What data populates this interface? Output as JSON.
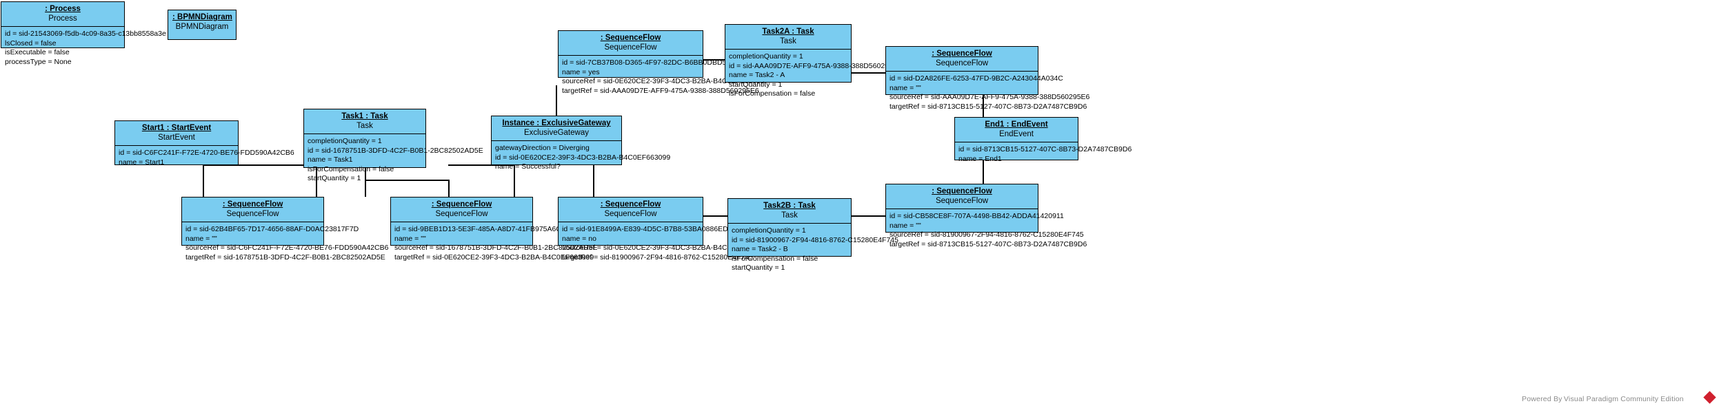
{
  "diagram": {
    "watermark": "Powered By Visual Paradigm Community Edition",
    "fill_color": "#7ACCF0",
    "border_color": "#000000",
    "background": "#FFFFFF"
  },
  "objects": [
    {
      "id": "process",
      "title": ": Process",
      "stereotype": "Process",
      "attrs": [
        "id = sid-21543069-f5db-4c09-8a35-c13bb8558a3e",
        "lsClosed = false",
        "isExecutable = false",
        "processType = None"
      ]
    },
    {
      "id": "bpmndiagram",
      "title": ": BPMNDiagram",
      "stereotype": "BPMNDiagram",
      "attrs": []
    },
    {
      "id": "seqflow-top-mid",
      "title": ": SequenceFlow",
      "stereotype": "SequenceFlow",
      "attrs": [
        "id = sid-7CB37B08-D365-4F97-82DC-B6BB0DBD5F2D",
        "name = yes",
        "sourceRef = sid-0E620CE2-39F3-4DC3-B2BA-B4C0EF663099",
        "targetRef = sid-AAA09D7E-AFF9-475A-9388-388D560295E6"
      ]
    },
    {
      "id": "task2a",
      "title": "Task2A : Task",
      "stereotype": "Task",
      "attrs": [
        "completionQuantity = 1",
        "id = sid-AAA09D7E-AFF9-475A-9388-388D560295E6",
        "name = Task2 - A",
        "startQuantity = 1",
        "isForCompensation = false"
      ]
    },
    {
      "id": "seqflow-top-right",
      "title": ": SequenceFlow",
      "stereotype": "SequenceFlow",
      "attrs": [
        "id = sid-D2A826FE-6253-47FD-9B2C-A243044A034C",
        "name = \"\"",
        "sourceRef = sid-AAA09D7E-AFF9-475A-9388-388D560295E6",
        "targetRef = sid-8713CB15-5127-407C-8B73-D2A7487CB9D6"
      ]
    },
    {
      "id": "start1",
      "title": "Start1 : StartEvent",
      "stereotype": "StartEvent",
      "attrs": [
        "id = sid-C6FC241F-F72E-4720-BE76-FDD590A42CB6",
        "name = Start1"
      ]
    },
    {
      "id": "task1",
      "title": "Task1 : Task",
      "stereotype": "Task",
      "attrs": [
        "completionQuantity = 1",
        "id = sid-1678751B-3DFD-4C2F-B0B1-2BC82502AD5E",
        "name = Task1",
        "isForCompensation = false",
        "startQuantity = 1"
      ]
    },
    {
      "id": "gateway",
      "title": "Instance : ExclusiveGateway",
      "stereotype": "ExclusiveGateway",
      "attrs": [
        "gatewayDirection = Diverging",
        "id = sid-0E620CE2-39F3-4DC3-B2BA-B4C0EF663099",
        "name = Successful?"
      ]
    },
    {
      "id": "end1",
      "title": "End1 : EndEvent",
      "stereotype": "EndEvent",
      "attrs": [
        "id = sid-8713CB15-5127-407C-8B73-D2A7487CB9D6",
        "name = End1"
      ]
    },
    {
      "id": "seqflow-bot-1",
      "title": ": SequenceFlow",
      "stereotype": "SequenceFlow",
      "attrs": [
        "id = sid-62B4BF65-7D17-4656-88AF-D0AC23817F7D",
        "name = \"\"",
        "sourceRef = sid-C6FC241F-F72E-4720-BE76-FDD590A42CB6",
        "targetRef = sid-1678751B-3DFD-4C2F-B0B1-2BC82502AD5E"
      ]
    },
    {
      "id": "seqflow-bot-2",
      "title": ": SequenceFlow",
      "stereotype": "SequenceFlow",
      "attrs": [
        "id = sid-9BEB1D13-5E3F-485A-A8D7-41FB975A6C647",
        "name = \"\"",
        "sourceRef = sid-1678751B-3DFD-4C2F-B0B1-2BC82502AD5E",
        "targetRef = sid-0E620CE2-39F3-4DC3-B2BA-B4C0EF663099"
      ]
    },
    {
      "id": "seqflow-bot-3",
      "title": ": SequenceFlow",
      "stereotype": "SequenceFlow",
      "attrs": [
        "id = sid-91E8499A-E839-4D5C-B7B8-53BA0886EDED",
        "name = no",
        "sourceRef = sid-0E620CE2-39F3-4DC3-B2BA-B4C0EF663099",
        "targetRef = sid-81900967-2F94-4816-8762-C15280E4F745"
      ]
    },
    {
      "id": "task2b",
      "title": "Task2B : Task",
      "stereotype": "Task",
      "attrs": [
        "completionQuantity = 1",
        "id = sid-81900967-2F94-4816-8762-C15280E4F745",
        "name = Task2 - B",
        "isForCompensation = false",
        "startQuantity = 1"
      ]
    },
    {
      "id": "seqflow-bot-4",
      "title": ": SequenceFlow",
      "stereotype": "SequenceFlow",
      "attrs": [
        "id = sid-CB58CE8F-707A-4498-BB42-ADDA41420911",
        "name = \"\"",
        "sourceRef = sid-81900967-2F94-4816-8762-C15280E4F745",
        "targetRef = sid-8713CB15-5127-407C-8B73-D2A7487CB9D6"
      ]
    }
  ]
}
